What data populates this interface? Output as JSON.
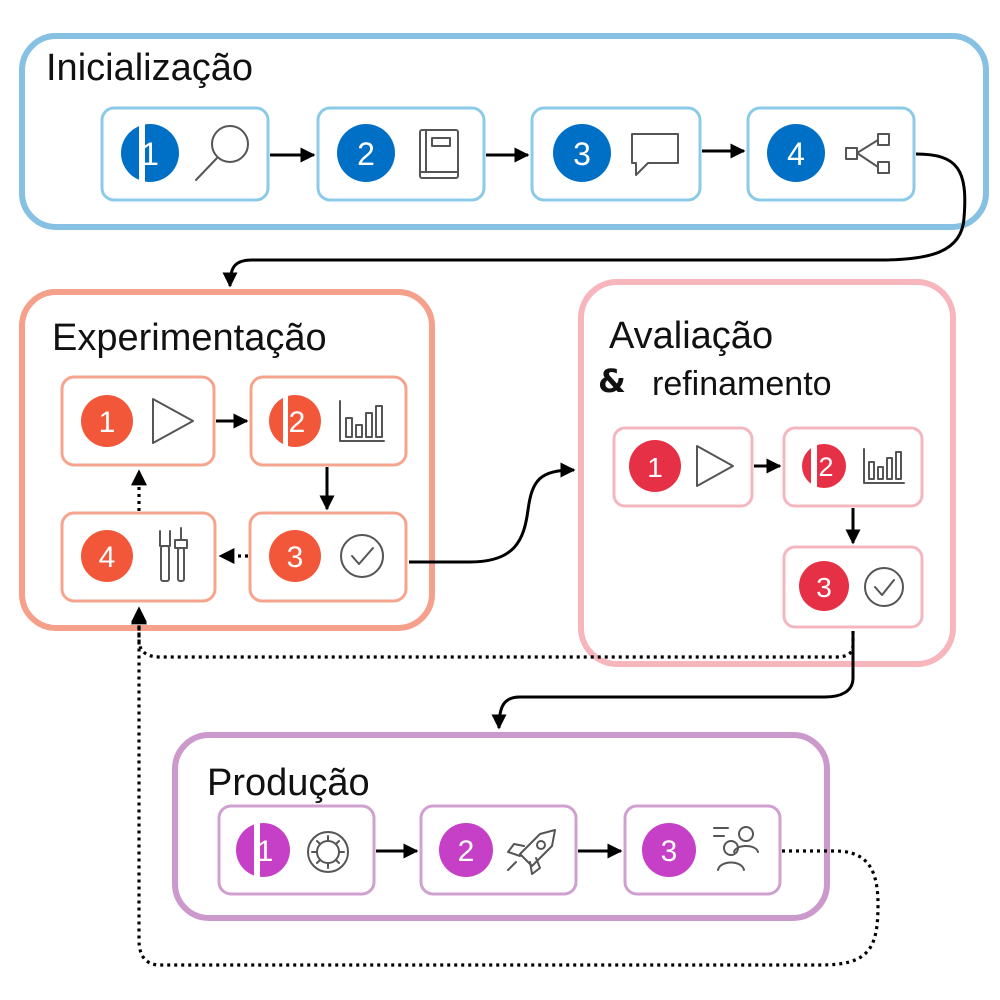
{
  "colors": {
    "init": "#0070c7",
    "init_border": "#86c1e3",
    "init_step_border": "#8ccbe8",
    "exp": "#f2573a",
    "exp_border": "#f5a08a",
    "exp_step_border": "#f7a48e",
    "eval": "#e63046",
    "eval_border": "#f7b5bc",
    "eval_step_border": "#f5b7bf",
    "prod": "#c540c7",
    "prod_border": "#cc99cc",
    "prod_step_border": "#cfa0d0"
  },
  "stages": {
    "init": {
      "title": "Inicialização",
      "steps": [
        {
          "number": "1",
          "icon": "magnifier-icon"
        },
        {
          "number": "2",
          "icon": "book-icon"
        },
        {
          "number": "3",
          "icon": "chat-bubble-icon"
        },
        {
          "number": "4",
          "icon": "share-nodes-icon"
        }
      ]
    },
    "exp": {
      "title": "Experimentação",
      "steps": [
        {
          "number": "1",
          "icon": "play-icon"
        },
        {
          "number": "2",
          "icon": "bar-chart-icon"
        },
        {
          "number": "3",
          "icon": "check-circle-icon"
        },
        {
          "number": "4",
          "icon": "tools-icon"
        }
      ]
    },
    "eval": {
      "title_line1": "Avaliação",
      "title_amp": "&",
      "title_line2": "refinamento",
      "steps": [
        {
          "number": "1",
          "icon": "play-icon"
        },
        {
          "number": "2",
          "icon": "bar-chart-icon"
        },
        {
          "number": "3",
          "icon": "check-circle-icon"
        }
      ]
    },
    "prod": {
      "title": "Produção",
      "steps": [
        {
          "number": "1",
          "icon": "monitor-gauge-icon"
        },
        {
          "number": "2",
          "icon": "rocket-icon"
        },
        {
          "number": "3",
          "icon": "users-icon"
        }
      ]
    }
  }
}
